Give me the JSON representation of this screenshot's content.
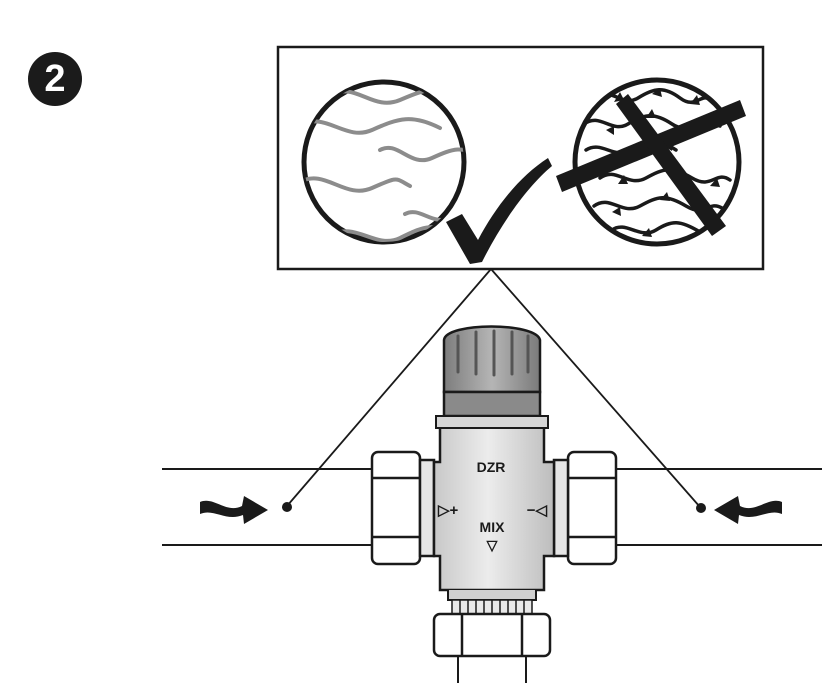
{
  "step": {
    "number": "2"
  },
  "valve": {
    "top_label": "DZR",
    "bottom_label": "MIX",
    "hot_symbol": "▷+",
    "cold_symbol": "−◁",
    "mix_symbol": "▽"
  },
  "inset": {
    "left_panel": "clean-water-circle",
    "check": "check-mark-icon",
    "right_panel": "debris-circle-crossed"
  },
  "colors": {
    "line": "#1a1a1a",
    "wave": "#8c8c8c",
    "valve_body": "#d9d9d9",
    "knob": "#9a9a9a"
  }
}
